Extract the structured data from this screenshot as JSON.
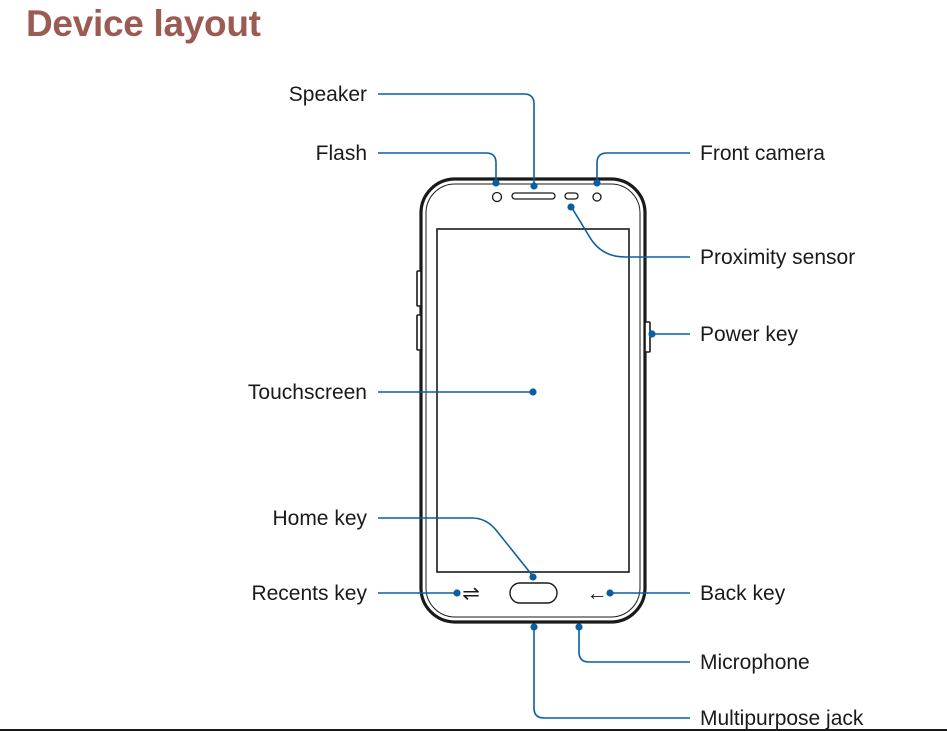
{
  "page": {
    "title": "Device layout"
  },
  "colors": {
    "title": "#9b5a52",
    "leader_line": "#0a5ea2",
    "phone_outline": "#1a1a1a",
    "label_text": "#1a1a1a"
  },
  "labels": {
    "speaker": "Speaker",
    "flash": "Flash",
    "front_camera": "Front camera",
    "proximity_sensor": "Proximity sensor",
    "power_key": "Power key",
    "touchscreen": "Touchscreen",
    "home_key": "Home key",
    "recents_key": "Recents key",
    "back_key": "Back key",
    "microphone": "Microphone",
    "multipurpose_jack": "Multipurpose jack"
  },
  "icons": {
    "recents": "⇌",
    "back": "←"
  }
}
